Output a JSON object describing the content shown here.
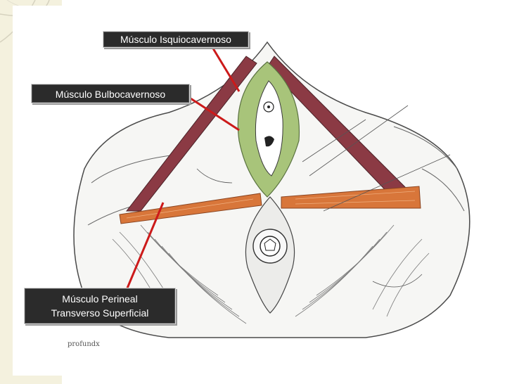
{
  "slide": {
    "labels": {
      "ischiocavernosus": "Músculo Isquiocavernoso",
      "bulbocavernosus": "Músculo Bulbocavernoso",
      "perineal_line1": "Músculo Perineal",
      "perineal_line2": "Transverso Superficial"
    },
    "caption": "profundx",
    "colors": {
      "ischiocavernosus_muscle": "#8b3a44",
      "bulbocavernosus_muscle": "#a8c47a",
      "transverse_muscle": "#d8763a",
      "pointer_line": "#cc1a1a",
      "label_background": "#2b2b2b",
      "accent_strip": "#f4f1de"
    }
  }
}
